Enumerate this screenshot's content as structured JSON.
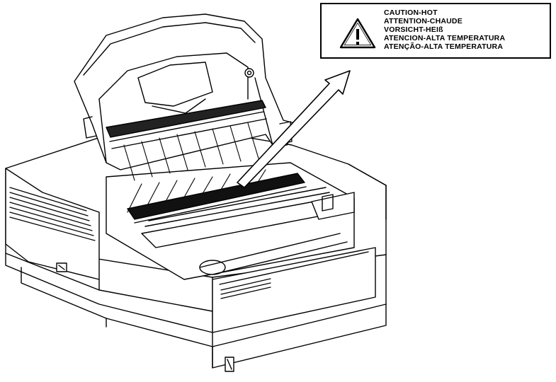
{
  "caution_label": {
    "icon": "warning-triangle-icon",
    "lines": [
      "CAUTION-HOT",
      "ATTENTION-CHAUDE",
      "VORSICHT-HEIß",
      "ATENCION-ALTA TEMPERATURA",
      "ATENÇÃO-ALTA TEMPERATURA"
    ]
  },
  "illustration": {
    "subject": "printer-with-top-cover-open",
    "line_color": "#000000",
    "background": "#ffffff"
  }
}
